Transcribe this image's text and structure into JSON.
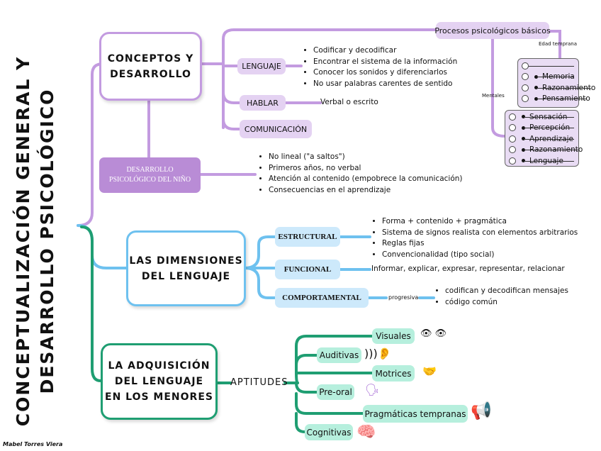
{
  "title": {
    "line1": "CONCEPTUALIZACIÓN GENERAL Y",
    "line2": "DESARROLLO PSICOLÓGICO"
  },
  "author": "Mabel Torres Viera",
  "colors": {
    "purple_line": "#c39be0",
    "purple_fill": "#e4d2f2",
    "purple_box": "#b98cd6",
    "blue_line": "#6ec1ef",
    "blue_fill": "#cde9fb",
    "green_line": "#1f9e72",
    "green_fill": "#b6efdd"
  },
  "conceptos": {
    "label_line1": "CONCEPTOS Y",
    "label_line2": "DESARROLLO",
    "procesos": {
      "label": "Procesos psicológicos básicos",
      "edad_label": "Edad temprana",
      "mentales_label": "Mentales",
      "edad_items": [
        "",
        "Memoria",
        "Razonamiento",
        "Pensamiento",
        ""
      ],
      "mentales_items": [
        "Sensación",
        "Percepción",
        "Aprendizaje",
        "Razonamiento",
        "Lenguaje"
      ]
    },
    "lenguaje": {
      "label": "LENGUAJE",
      "bullets": [
        "Codificar y decodificar",
        "Encontrar el sistema de la información",
        "Conocer los sonidos y diferenciarlos",
        "No usar palabras carentes de sentido"
      ]
    },
    "hablar": {
      "label": "HABLAR",
      "text": "Verbal o escrito"
    },
    "comunicacion": {
      "label": "COMUNICACIÓN"
    }
  },
  "desarrollo": {
    "label_line1": "DESARROLLO",
    "label_line2": "PSICOLÓGICO DEL NIÑO",
    "bullets": [
      "No lineal (\"a saltos\")",
      "Primeros años, no verbal",
      "Atención al contenido (empobrece la comunicación)",
      "Consecuencias en el aprendizaje"
    ]
  },
  "dimensiones": {
    "label_line1": "LAS DIMENSIONES",
    "label_line2": "DEL LENGUAJE",
    "estructural": {
      "label": "ESTRUCTURAL",
      "bullets": [
        "Forma + contenido + pragmática",
        "Sistema de signos realista con elementos arbitrarios",
        "Reglas fijas",
        "Convencionalidad (tipo social)"
      ]
    },
    "funcional": {
      "label": "FUNCIONAL",
      "text": "Informar, explicar, expresar, representar, relacionar"
    },
    "comportamental": {
      "label": "COMPORTAMENTAL",
      "connector": "progresiva",
      "bullets": [
        "codifican y decodifican mensajes",
        "código común"
      ]
    }
  },
  "adquisicion": {
    "label_line1": "LA ADQUISICIÓN",
    "label_line2": "DEL LENGUAJE",
    "label_line3": "EN LOS MENORES",
    "aptitudes": "APTITUDES",
    "items": [
      {
        "label": "Visuales",
        "icon": "eyes-icon"
      },
      {
        "label": "Auditivas",
        "icon": "ear-icon"
      },
      {
        "label": "Motrices",
        "icon": "handshake-icon"
      },
      {
        "label": "Pre-oral",
        "icon": "speech-people-icon"
      },
      {
        "label": "Pragmáticas tempranas",
        "icon": "megaphone-icon"
      },
      {
        "label": "Cognitivas",
        "icon": "brain-head-icon"
      }
    ]
  }
}
